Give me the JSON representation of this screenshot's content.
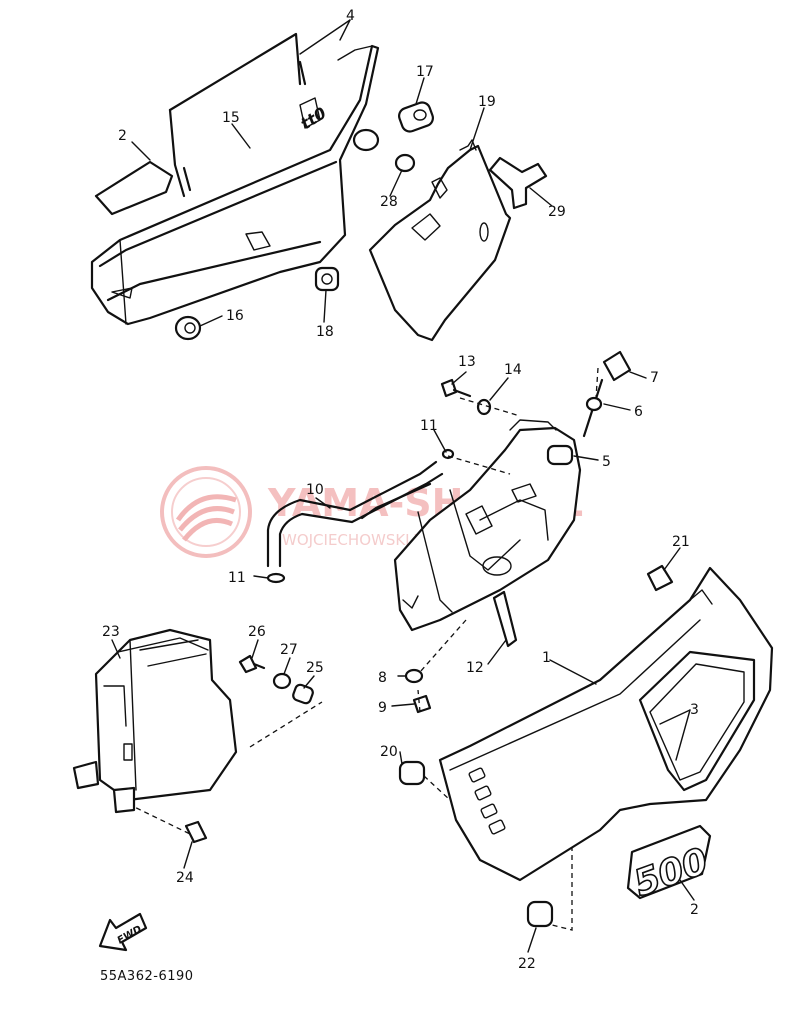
{
  "diagram": {
    "drawing_code": "55A362-6190",
    "fwd_marker": "FWD",
    "emblem_text": "500",
    "watermark": {
      "title": "YAMA-SHOP.PL",
      "subtitle": "WOJCIECHOWSKI YAMAHA"
    },
    "callouts": [
      {
        "id": "c4",
        "label": "4"
      },
      {
        "id": "c17",
        "label": "17"
      },
      {
        "id": "c19",
        "label": "19"
      },
      {
        "id": "c15",
        "label": "15"
      },
      {
        "id": "c2a",
        "label": "2"
      },
      {
        "id": "c28",
        "label": "28"
      },
      {
        "id": "c29",
        "label": "29"
      },
      {
        "id": "c16",
        "label": "16"
      },
      {
        "id": "c18",
        "label": "18"
      },
      {
        "id": "c13",
        "label": "13"
      },
      {
        "id": "c14",
        "label": "14"
      },
      {
        "id": "c7",
        "label": "7"
      },
      {
        "id": "c6",
        "label": "6"
      },
      {
        "id": "c11a",
        "label": "11"
      },
      {
        "id": "c5",
        "label": "5"
      },
      {
        "id": "c10",
        "label": "10"
      },
      {
        "id": "c11b",
        "label": "11"
      },
      {
        "id": "c21",
        "label": "21"
      },
      {
        "id": "c23",
        "label": "23"
      },
      {
        "id": "c26",
        "label": "26"
      },
      {
        "id": "c27",
        "label": "27"
      },
      {
        "id": "c25",
        "label": "25"
      },
      {
        "id": "c8",
        "label": "8"
      },
      {
        "id": "c12",
        "label": "12"
      },
      {
        "id": "c1",
        "label": "1"
      },
      {
        "id": "c3",
        "label": "3"
      },
      {
        "id": "c9",
        "label": "9"
      },
      {
        "id": "c20",
        "label": "20"
      },
      {
        "id": "c24",
        "label": "24"
      },
      {
        "id": "c2b",
        "label": "2"
      },
      {
        "id": "c22",
        "label": "22"
      }
    ]
  }
}
